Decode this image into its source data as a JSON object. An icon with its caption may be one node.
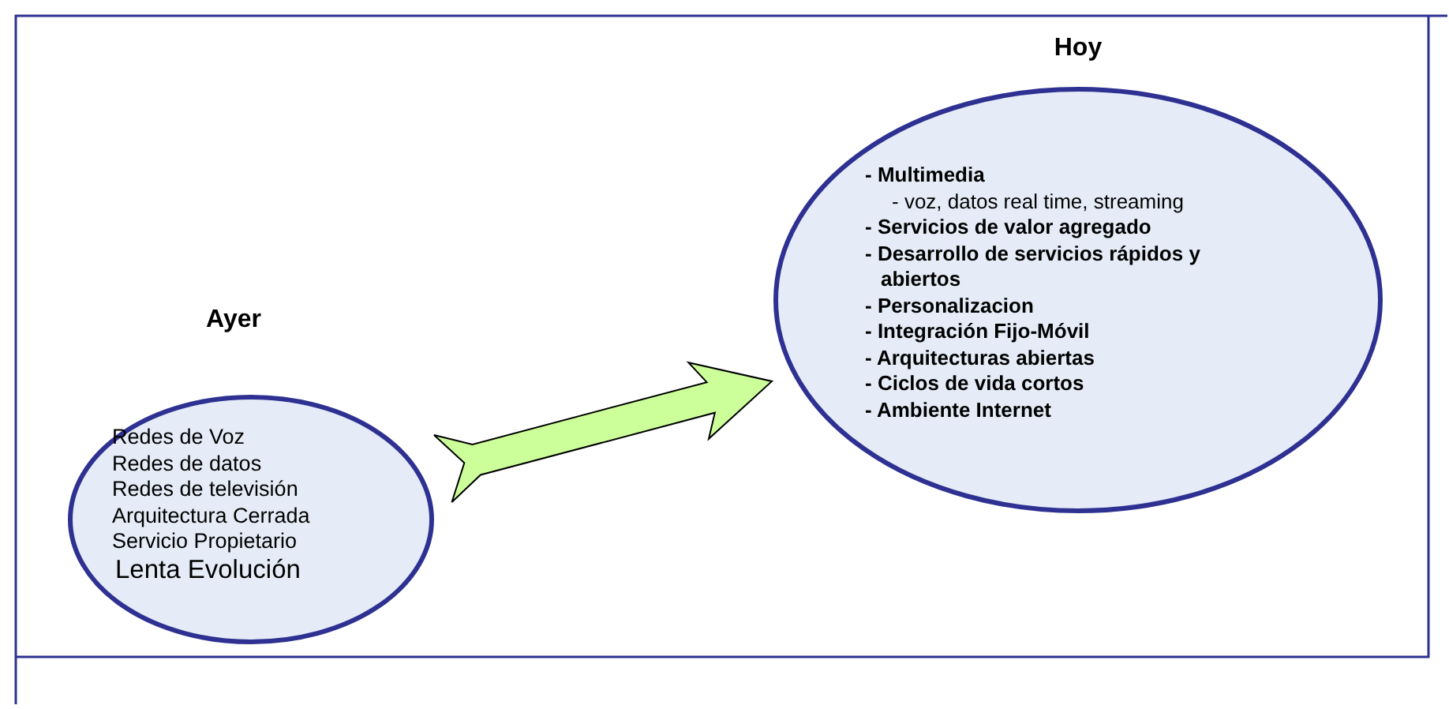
{
  "diagram": {
    "nodes": [
      {
        "text": [
          "Ayer",
          "Redes de Voz",
          "Redes de datos",
          "Redes de televisión",
          "Arquitectura Cerrada",
          "Servicio Propietario",
          "Lenta Evolución"
        ]
      },
      {
        "text": [
          "Hoy",
          "- Multimedia",
          "- voz, datos real time, streaming",
          "- Servicios de valor agregado",
          "- Desarrollo de servicios rápidos y abiertos",
          "- Personalizacion",
          "- Integración Fijo-Móvil",
          "- Arquitecturas abiertas",
          "- Ciclos de vida cortos",
          "- Ambiente Internet"
        ]
      }
    ],
    "edges": [
      {
        "from": 0,
        "to": 1,
        "arrow": "to",
        "style": "thick",
        "color": "#ccff99"
      }
    ]
  }
}
